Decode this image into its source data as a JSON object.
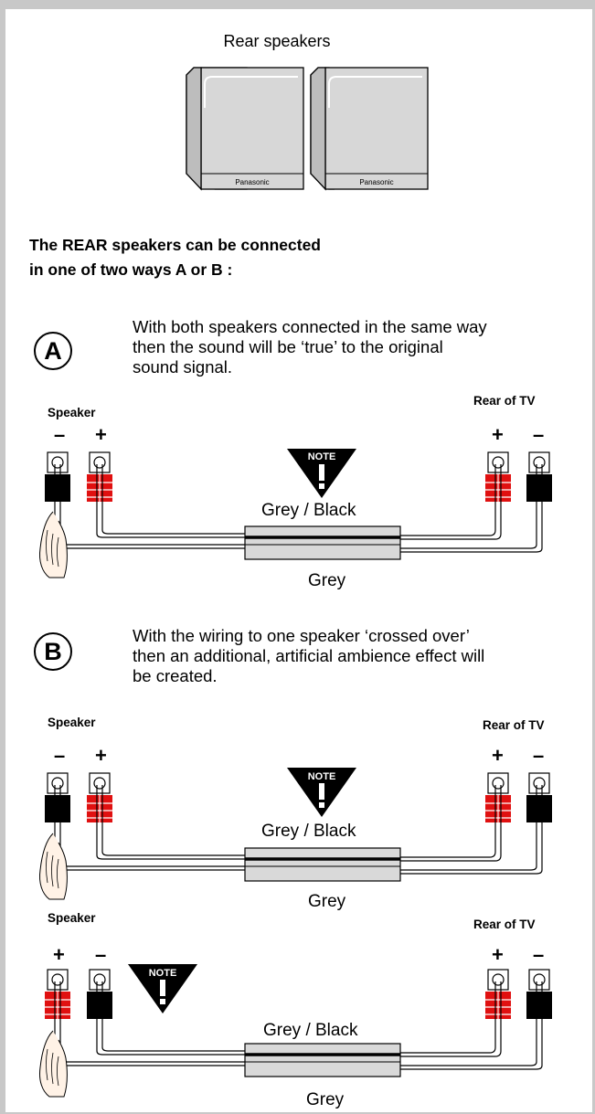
{
  "title": "Rear speakers",
  "speaker_brand": "Panasonic",
  "intro": {
    "line1": "The REAR speakers can be connected",
    "line2": "in one of two ways  A or B :"
  },
  "option_a": {
    "letter": "A",
    "description": [
      "With both speakers connected in the same way",
      "then the sound will be ‘true’ to the original",
      "sound signal."
    ]
  },
  "option_b": {
    "letter": "B",
    "description": [
      "With the wiring to one speaker ‘crossed over’",
      "then an additional, artificial ambience effect will",
      "be created."
    ]
  },
  "labels": {
    "speaker": "Speaker",
    "rear_of_tv": "Rear of TV",
    "note": "NOTE",
    "note_mark": "!",
    "grey_black": "Grey / Black",
    "grey": "Grey",
    "plus": "+",
    "minus": "–"
  },
  "colors": {
    "red_terminal": "#e01010",
    "black_terminal": "#000000",
    "cable_fill": "#d9d9d9",
    "frame": "#c8c8c8"
  }
}
